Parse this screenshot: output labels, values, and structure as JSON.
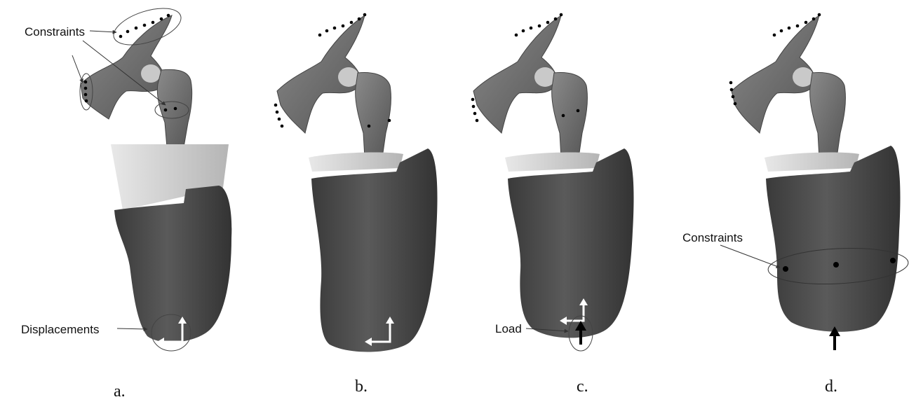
{
  "panels": [
    {
      "caption": "a.",
      "annotations": {
        "constraints": "Constraints",
        "displacements": "Displacements"
      }
    },
    {
      "caption": "b."
    },
    {
      "caption": "c.",
      "annotations": {
        "load": "Load"
      }
    },
    {
      "caption": "d.",
      "annotations": {
        "constraints": "Constraints"
      }
    }
  ],
  "colors": {
    "bone": "#6d6d6d",
    "bone_light": "#9a9a9a",
    "socket": "#4a4a4a",
    "liner": "#d2d2d2",
    "markers": "#000000",
    "arrow_white": "#ffffff",
    "arrow_black": "#000000"
  }
}
